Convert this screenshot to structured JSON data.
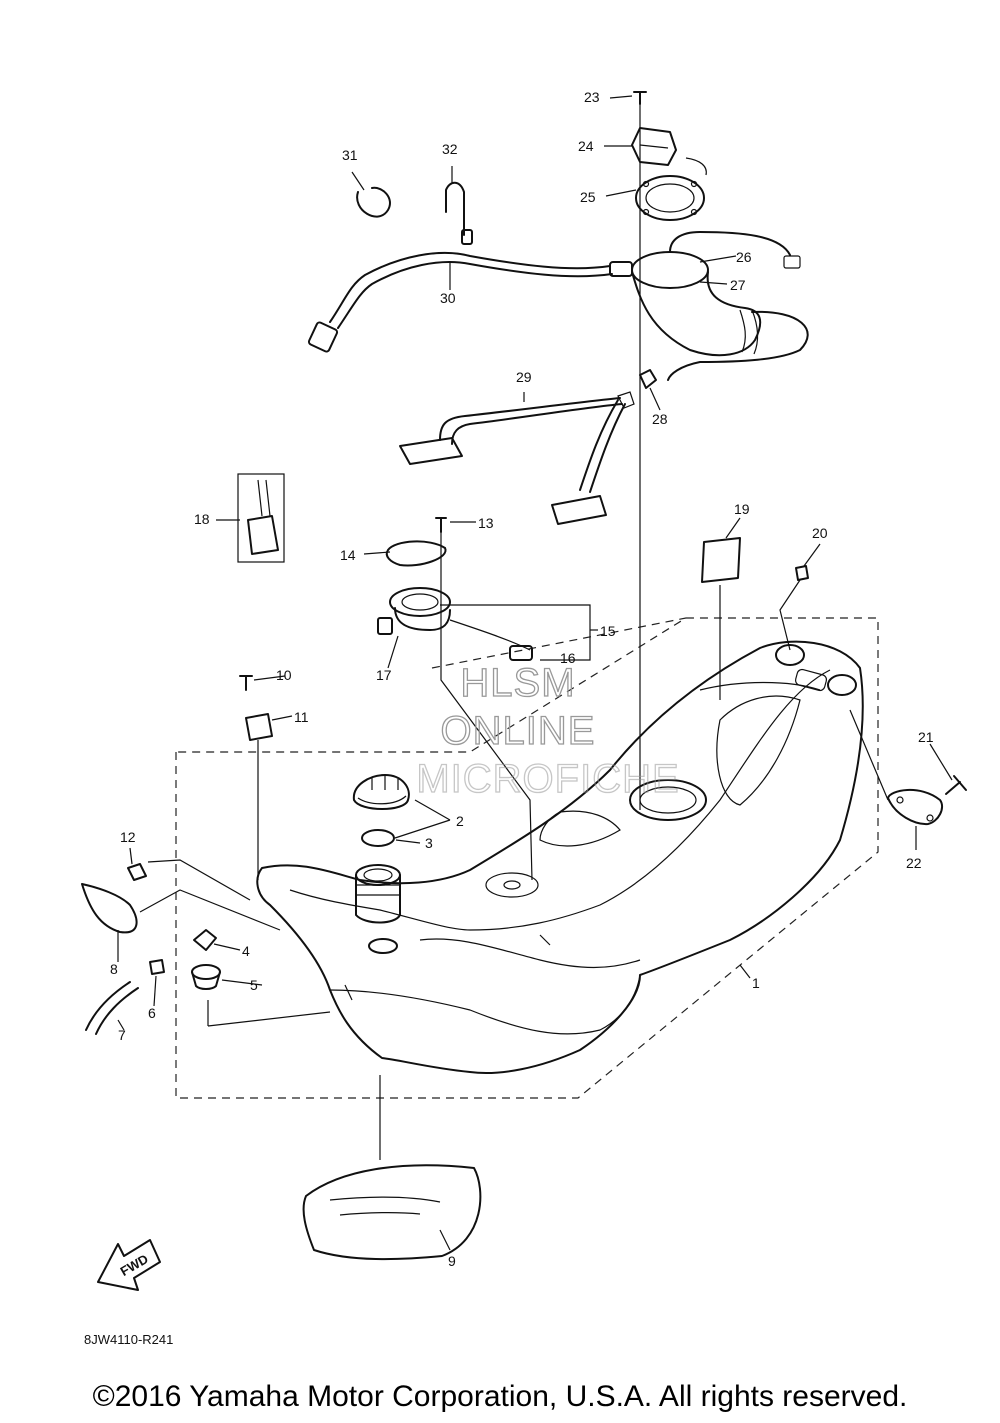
{
  "diagram": {
    "part_numbers": [
      "1",
      "2",
      "3",
      "4",
      "5",
      "6",
      "7",
      "8",
      "9",
      "10",
      "11",
      "12",
      "13",
      "14",
      "15",
      "16",
      "17",
      "18",
      "19",
      "20",
      "21",
      "22",
      "23",
      "24",
      "25",
      "26",
      "27",
      "28",
      "29",
      "30",
      "31",
      "32"
    ],
    "watermark": [
      "HLSM",
      "ONLINE",
      "MICROFICHE"
    ],
    "fwd_label": "FWD",
    "drawing_code": "8JW4110-R241",
    "copyright": "©2016 Yamaha Motor Corporation, U.S.A. All rights reserved."
  }
}
